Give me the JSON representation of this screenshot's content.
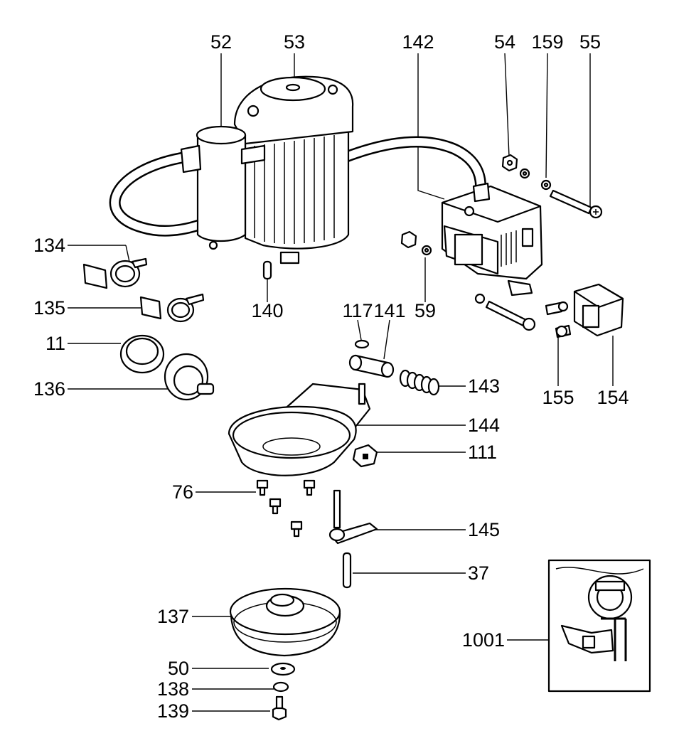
{
  "diagram": {
    "labels": {
      "p52": "52",
      "p53": "53",
      "p142": "142",
      "p54": "54",
      "p159": "159",
      "p55": "55",
      "p134": "134",
      "p135": "135",
      "p140": "140",
      "p117": "117",
      "p141": "141",
      "p59": "59",
      "p11": "11",
      "p136": "136",
      "p143": "143",
      "p155": "155",
      "p154": "154",
      "p144": "144",
      "p111": "111",
      "p76": "76",
      "p145": "145",
      "p37": "37",
      "p137": "137",
      "p1001": "1001",
      "p50": "50",
      "p138": "138",
      "p139": "139"
    }
  }
}
